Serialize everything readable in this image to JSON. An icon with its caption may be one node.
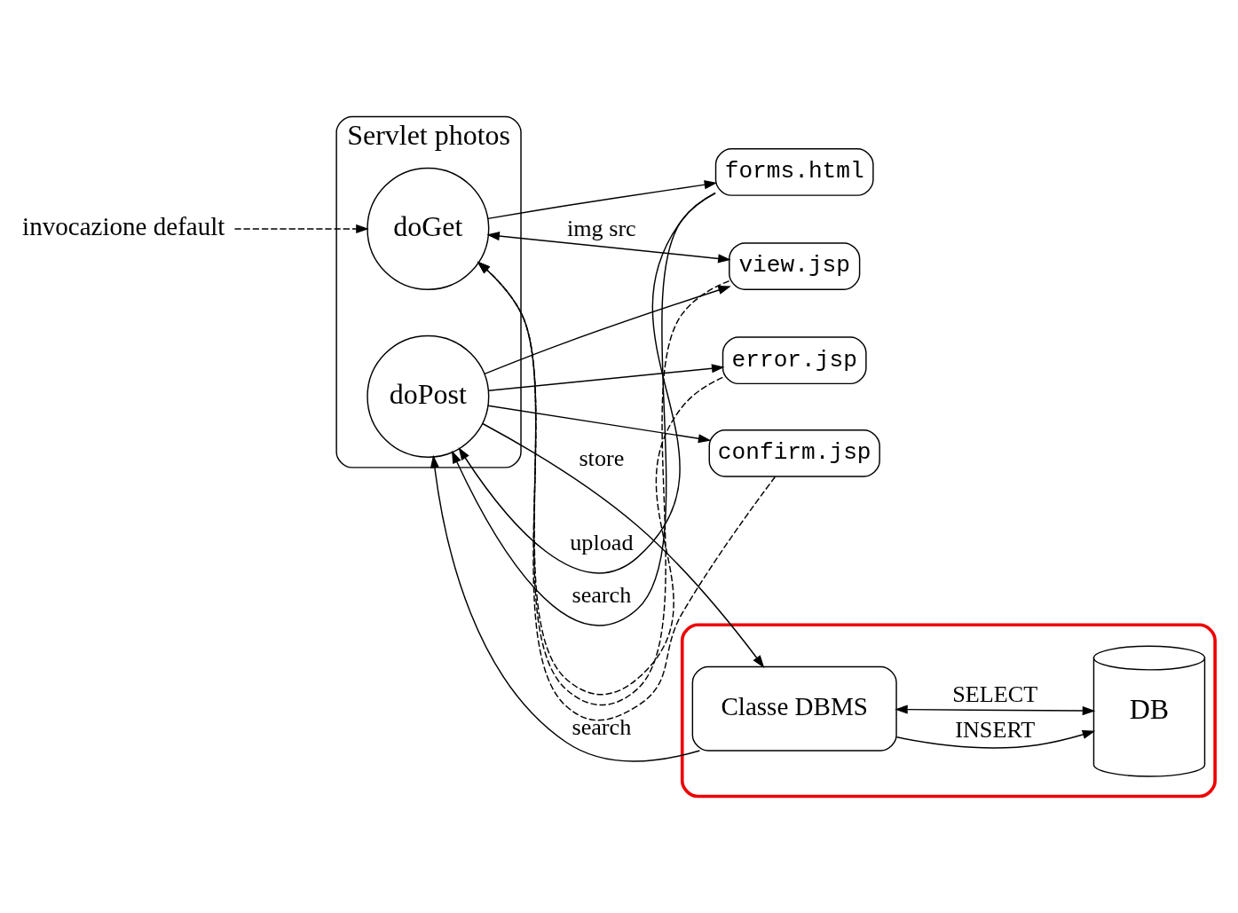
{
  "diagram": {
    "nodes": [
      {
        "text": [
          "Servlet photos"
        ]
      },
      {
        "text": [
          "doGet"
        ],
        "in": 0
      },
      {
        "text": [
          "doPost"
        ],
        "in": 0
      },
      {
        "text": [
          "forms.html"
        ]
      },
      {
        "text": [
          "error.jsp"
        ]
      },
      {
        "text": [
          "confirm.jsp"
        ]
      },
      {
        "text": [
          "view.jsp"
        ]
      },
      {
        "text": [
          "invocazione default"
        ]
      },
      {
        "text": [],
        "shape": "ellipse"
      },
      {
        "text": [
          "Classe DBMS"
        ],
        "in": 8
      },
      {
        "text": [
          "DB"
        ],
        "in": 8
      }
    ],
    "edges": [
      {
        "from": 7,
        "to": 1,
        "arrow": "to",
        "style": "dashed"
      },
      {
        "from": 1,
        "to": 3,
        "arrow": "to"
      },
      {
        "from": 3,
        "to": 2,
        "arrow": "to",
        "label": "upload"
      },
      {
        "from": 3,
        "to": 2,
        "arrow": "to",
        "label": "search"
      },
      {
        "from": 2,
        "to": 4,
        "arrow": "to"
      },
      {
        "from": 2,
        "to": 5,
        "arrow": "to"
      },
      {
        "from": 2,
        "to": 6,
        "arrow": "to"
      },
      {
        "from": 1,
        "to": 6,
        "arrow": "both",
        "label": "img src"
      },
      {
        "from": 2,
        "to": 9,
        "arrow": "to",
        "label": "store"
      },
      {
        "from": 9,
        "to": 2,
        "arrow": "to",
        "label": "search"
      },
      {
        "from": 9,
        "to": 10,
        "arrow": "to",
        "label": "INSERT"
      },
      {
        "from": 9,
        "to": 10,
        "arrow": "both",
        "label": "SELECT"
      },
      {
        "from": 4,
        "to": 1,
        "arrow": "to",
        "style": "dashed"
      },
      {
        "from": 5,
        "to": 1,
        "arrow": "to",
        "style": "dashed"
      },
      {
        "from": 6,
        "to": 1,
        "arrow": "to",
        "style": "dashed"
      }
    ]
  }
}
